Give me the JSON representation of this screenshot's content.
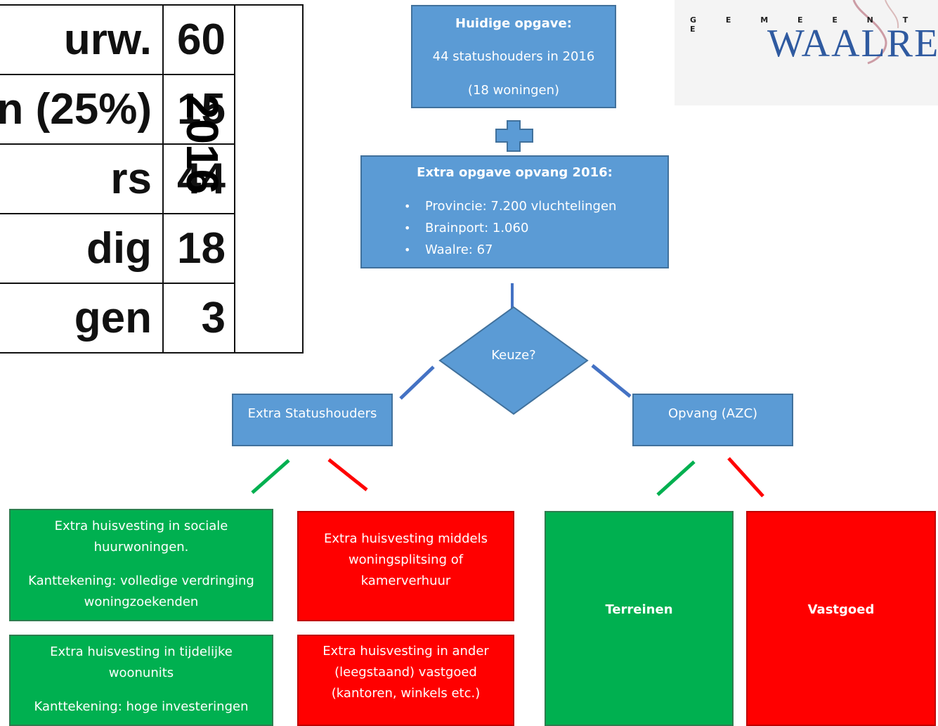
{
  "table": {
    "rows": [
      {
        "label": "urw.",
        "value": "60"
      },
      {
        "label": "n (25%)",
        "value": "15"
      },
      {
        "label": "rs",
        "value": "44"
      },
      {
        "label": "dig",
        "value": "18"
      },
      {
        "label": "gen",
        "value": "3"
      }
    ],
    "year": "2016"
  },
  "logo": {
    "top": "G E M E E N T E",
    "name": "WAALRE"
  },
  "current": {
    "title": "Huidige opgave:",
    "line1": "44 statushouders in 2016",
    "line2": "(18 woningen)"
  },
  "extra": {
    "title": "Extra opgave opvang 2016:",
    "items": [
      "Provincie: 7.200 vluchtelingen",
      "Brainport: 1.060",
      "Waalre: 67"
    ]
  },
  "decision": {
    "label": "Keuze?"
  },
  "left_option": {
    "label": "Extra Statushouders"
  },
  "right_option": {
    "label": "Opvang (AZC)"
  },
  "outcomes": {
    "g1": {
      "line1": "Extra huisvesting in sociale",
      "line2": "huurwoningen.",
      "note1": "Kanttekening: volledige verdringing",
      "note2": "woningzoekenden"
    },
    "g2": {
      "line1": "Extra huisvesting in tijdelijke",
      "line2": "woonunits",
      "note1": "Kanttekening: hoge investeringen"
    },
    "r1": {
      "line1": "Extra huisvesting middels",
      "line2": "woningsplitsing of",
      "line3": "kamerverhuur"
    },
    "r2": {
      "line1": "Extra huisvesting in ander",
      "line2": "(leegstaand) vastgoed",
      "line3": "(kantoren, winkels etc.)"
    },
    "terrain": "Terreinen",
    "property": "Vastgoed"
  },
  "colors": {
    "blue": "#5b9bd5",
    "green": "#00b050",
    "red": "#ff0000"
  }
}
